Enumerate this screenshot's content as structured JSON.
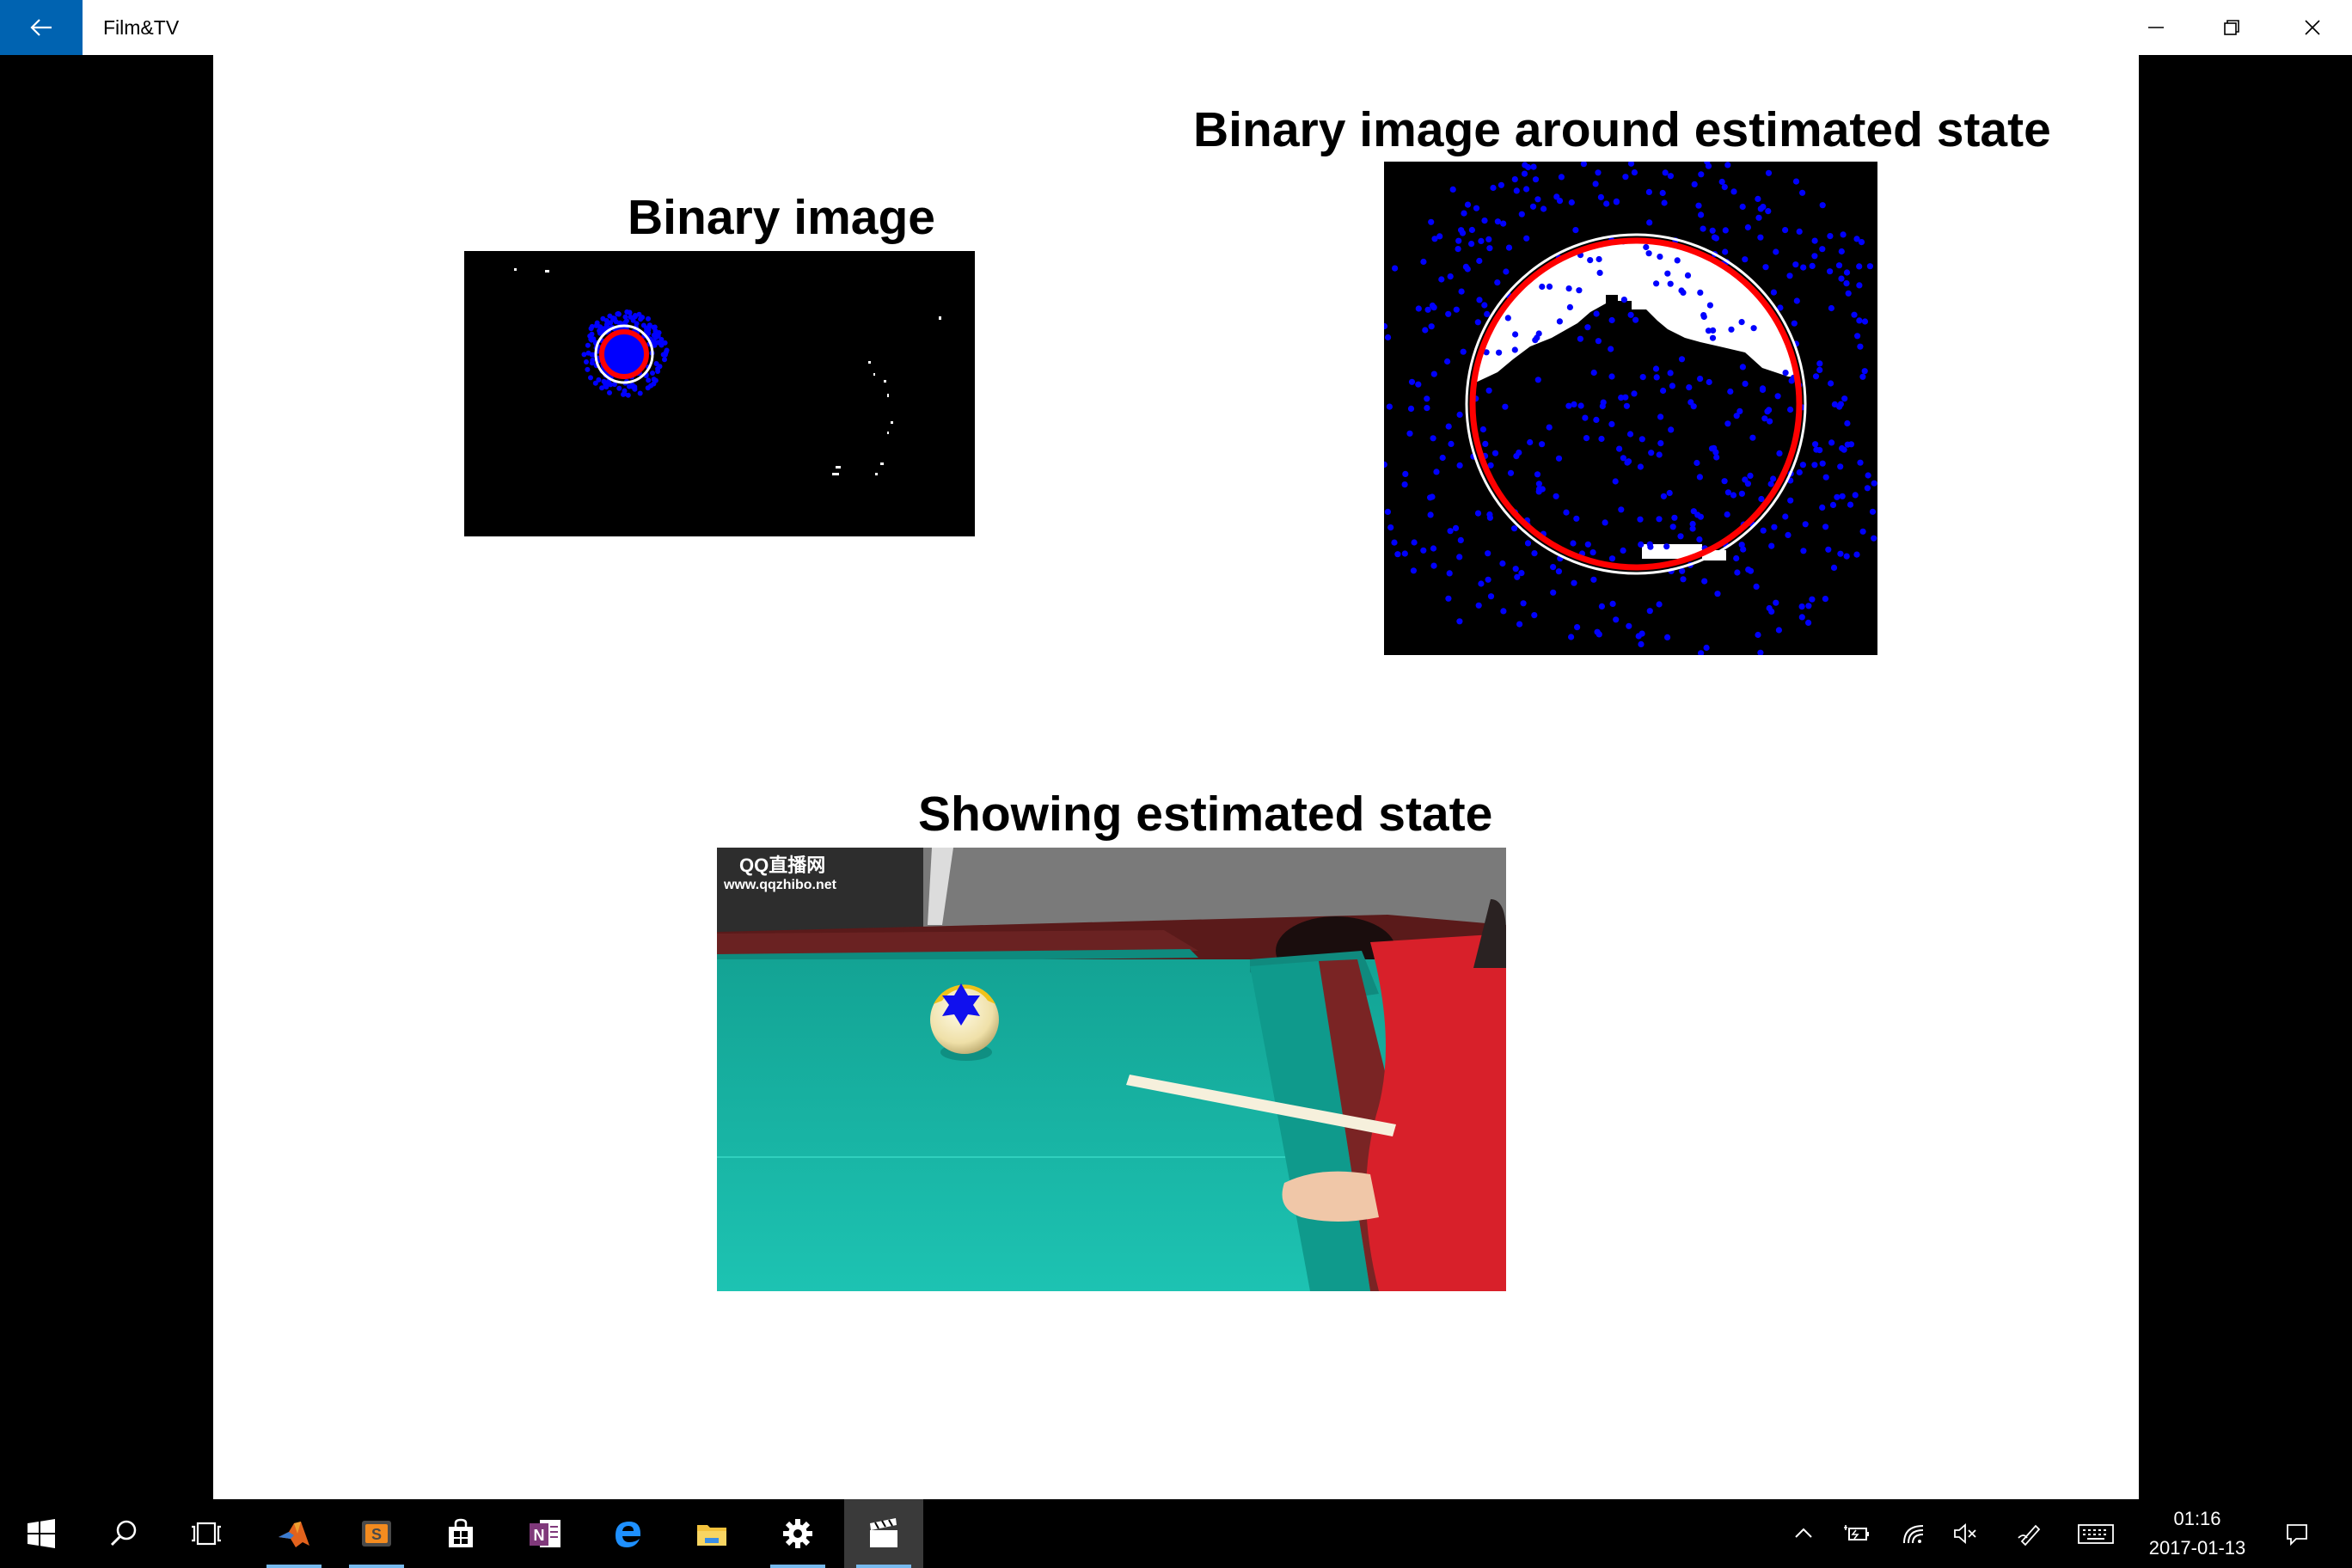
{
  "window": {
    "app_title": "Film&TV"
  },
  "slide": {
    "title_binary": "Binary image",
    "title_around": "Binary image around estimated state",
    "title_showing": "Showing estimated state",
    "watermark_line1": "QQ直播网",
    "watermark_line2": "www.qqzhibo.net"
  },
  "taskbar": {
    "icons": [
      "start-icon",
      "search-icon",
      "task-view-icon",
      "matlab-icon",
      "sublime-text-icon",
      "store-icon",
      "onenote-icon",
      "edge-icon",
      "file-explorer-icon",
      "settings-icon",
      "film-tv-icon"
    ],
    "tray_icons": [
      "chevron-up-icon",
      "battery-icon",
      "wifi-icon",
      "volume-muted-icon",
      "pen-icon",
      "keyboard-icon",
      "action-center-icon"
    ],
    "time": "01:16",
    "date": "2017-01-13"
  },
  "colors": {
    "accent": "#0063b1",
    "particles": "#0000ff",
    "estimate_circle": "#ff0000",
    "table_felt": "#17b8a8"
  }
}
